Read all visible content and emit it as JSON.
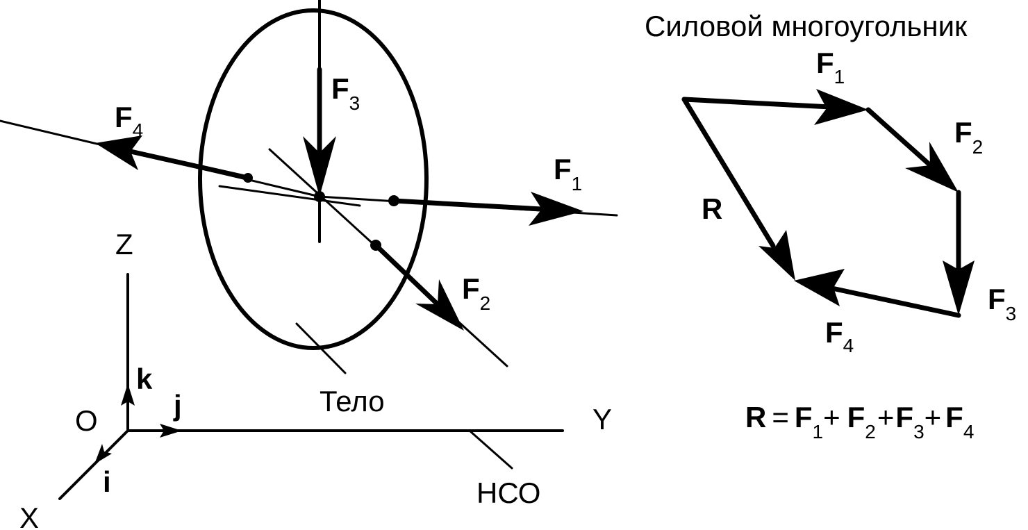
{
  "polygon_title": "Силовой многоугольник",
  "body_label": "Тело",
  "frame_label": "НСО",
  "axes": {
    "x": "X",
    "y": "Y",
    "z": "Z",
    "origin": "O"
  },
  "unit_vectors": {
    "i": "i",
    "j": "j",
    "k": "k"
  },
  "forces": {
    "F1": {
      "letter": "F",
      "index": "1"
    },
    "F2": {
      "letter": "F",
      "index": "2"
    },
    "F3": {
      "letter": "F",
      "index": "3"
    },
    "F4": {
      "letter": "F",
      "index": "4"
    }
  },
  "resultant": "R",
  "equation": {
    "lhs": "R",
    "equals": "=",
    "plus": "+",
    "terms": [
      {
        "letter": "F",
        "index": "1"
      },
      {
        "letter": "F",
        "index": "2"
      },
      {
        "letter": "F",
        "index": "3"
      },
      {
        "letter": "F",
        "index": "4"
      }
    ]
  }
}
